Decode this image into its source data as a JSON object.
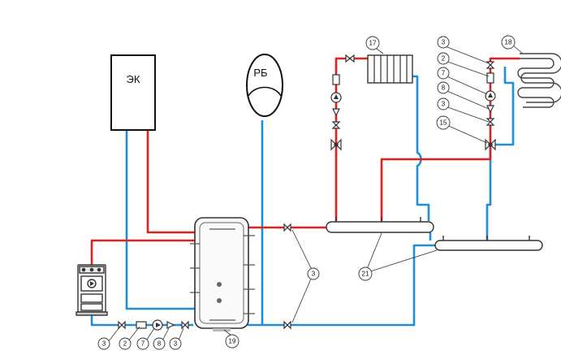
{
  "diagram": {
    "units": {
      "electric_boiler": "ЭК",
      "expansion_tank": "РБ"
    },
    "callouts": {
      "n3": "3",
      "n2": "2",
      "n7": "7",
      "n8": "8",
      "n15": "15",
      "n17": "17",
      "n18": "18",
      "n19": "19",
      "n21": "21"
    },
    "colors": {
      "supply_pipe": "#e0201e",
      "return_pipe": "#1c8fd8",
      "outline": "#222222",
      "background": "#ffffff"
    },
    "icons": [
      "electric-boiler",
      "expansion-tank",
      "solid-fuel-boiler",
      "buffer-tank",
      "radiator",
      "floor-heating-coil",
      "circulation-pump",
      "check-valve",
      "filter",
      "three-way-valve",
      "ball-valve",
      "manifold"
    ]
  }
}
